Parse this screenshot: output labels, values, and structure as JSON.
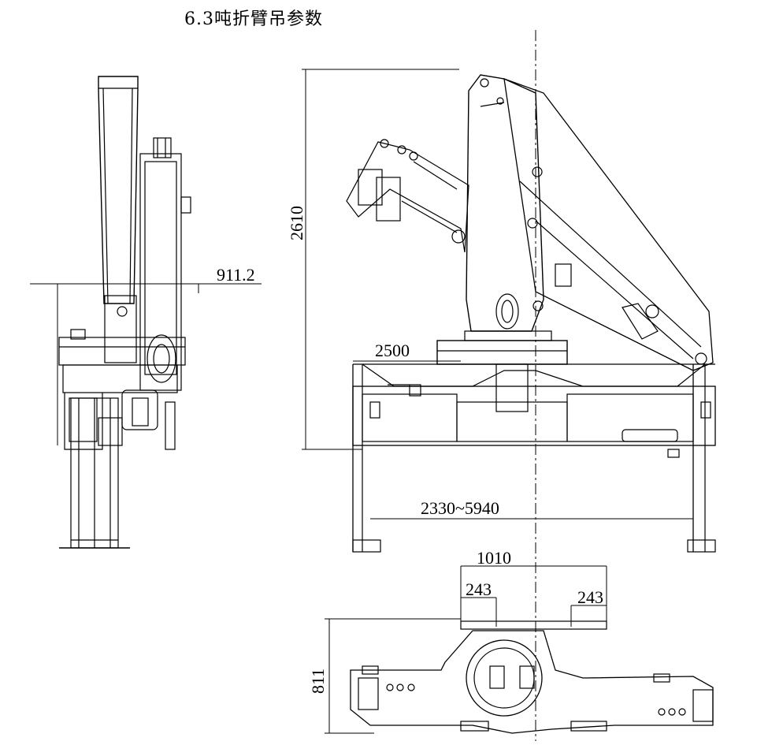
{
  "title": "6.3吨折臂吊参数",
  "dimensions": {
    "height": "2610",
    "side_reach": "911.2",
    "base_width": "2500",
    "outrigger_span": "2330~5940",
    "top_width": "1010",
    "bolt_spacing_left": "243",
    "bolt_spacing_right": "243",
    "base_depth": "811"
  }
}
